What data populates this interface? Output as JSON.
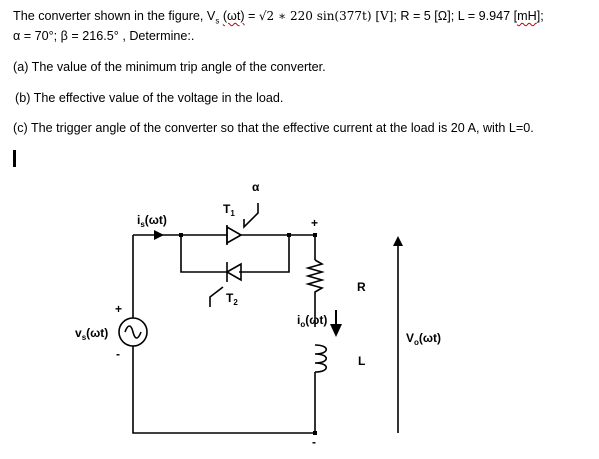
{
  "problem": {
    "l1_a": "The converter shown in the figure, V",
    "l1_a_sub": "s",
    "l1_b": "(ωt)",
    "l1_c": " = ",
    "l1_math": "√2 ∗ 220 sin(377t) [V]",
    "l1_d": "; R = 5 [Ω]; L = 9.947 [",
    "l1_e": "mH",
    "l1_f": "];",
    "l2": "α = 70°; β = 216.5° , Determine:.",
    "qa": "(a) The value of the minimum trip angle of the converter.",
    "qb": "(b) The effective value of the voltage in the load.",
    "qc": "(c) The trigger angle of the converter so that the effective current at the load is 20 A, with L=0."
  },
  "circuit": {
    "alpha": "α",
    "t1": "T",
    "t1_sub": "1",
    "t2": "T",
    "t2_sub": "2",
    "is": "i",
    "is_sub": "s",
    "is_arg": "(ωt)",
    "vs": "v",
    "vs_sub": "s",
    "vs_arg": "(ωt)",
    "io": "i",
    "io_sub": "o",
    "io_arg": "(ωt)",
    "vo": "V",
    "vo_sub": "o",
    "vo_arg": "(ωt)",
    "r": "R",
    "l": "L",
    "plus": "+",
    "minus": "-"
  }
}
